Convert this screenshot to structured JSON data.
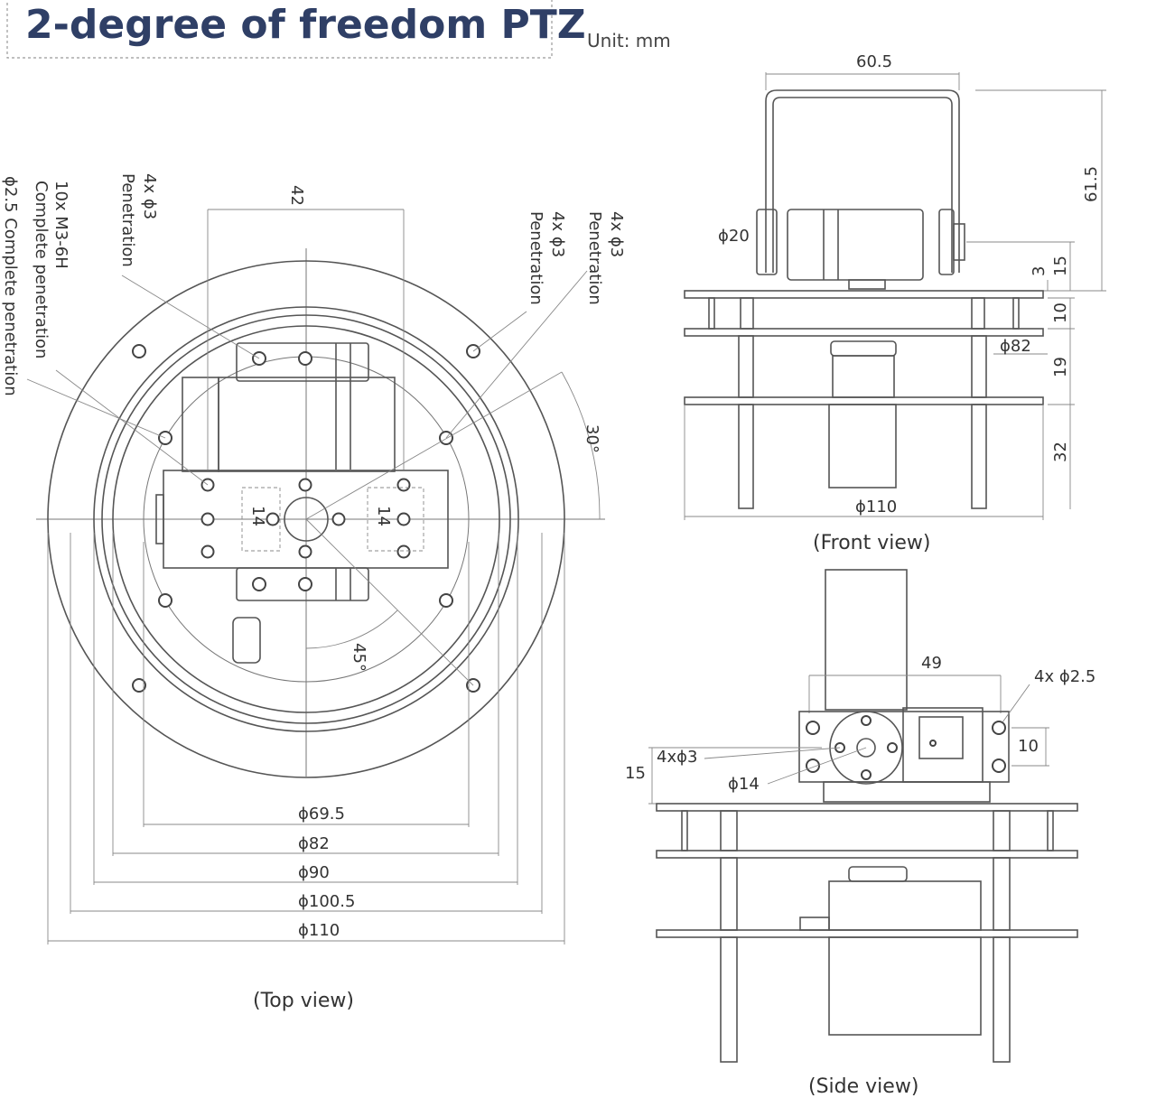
{
  "header": {
    "title": "2-degree of freedom PTZ",
    "unit": "Unit: mm"
  },
  "views": {
    "top": "(Top view)",
    "front": "(Front view)",
    "side": "(Side view)"
  },
  "top_view": {
    "dim_width": "42",
    "dia_labels": [
      "ϕ69.5",
      "ϕ82",
      "ϕ90",
      "ϕ100.5",
      "ϕ110"
    ],
    "angle_30": "30°",
    "angle_45": "45°",
    "small_dim_14": "14",
    "annotations": {
      "a1_line1": "ϕ2.5 Complete penetration",
      "a2_line1": "10x M3-6H",
      "a2_line2": "Complete penetration",
      "a3_line1": "4x ϕ3",
      "a3_line2": "Penetration",
      "a4_line1": "4x ϕ3",
      "a4_line2": "Penetration",
      "a5_line1": "4x ϕ3",
      "a5_line2": "Penetration"
    }
  },
  "front_view": {
    "width": "60.5",
    "height": "61.5",
    "horn": "ϕ20",
    "d3": "3",
    "d15": "15",
    "d10": "10",
    "d82": "ϕ82",
    "d19": "19",
    "d32": "32",
    "d110": "ϕ110"
  },
  "side_view": {
    "width": "49",
    "holes_bracket": "4x ϕ2.5",
    "d10": "10",
    "holes_horn": "4xϕ3",
    "d15": "15",
    "horn_dia": "ϕ14"
  }
}
